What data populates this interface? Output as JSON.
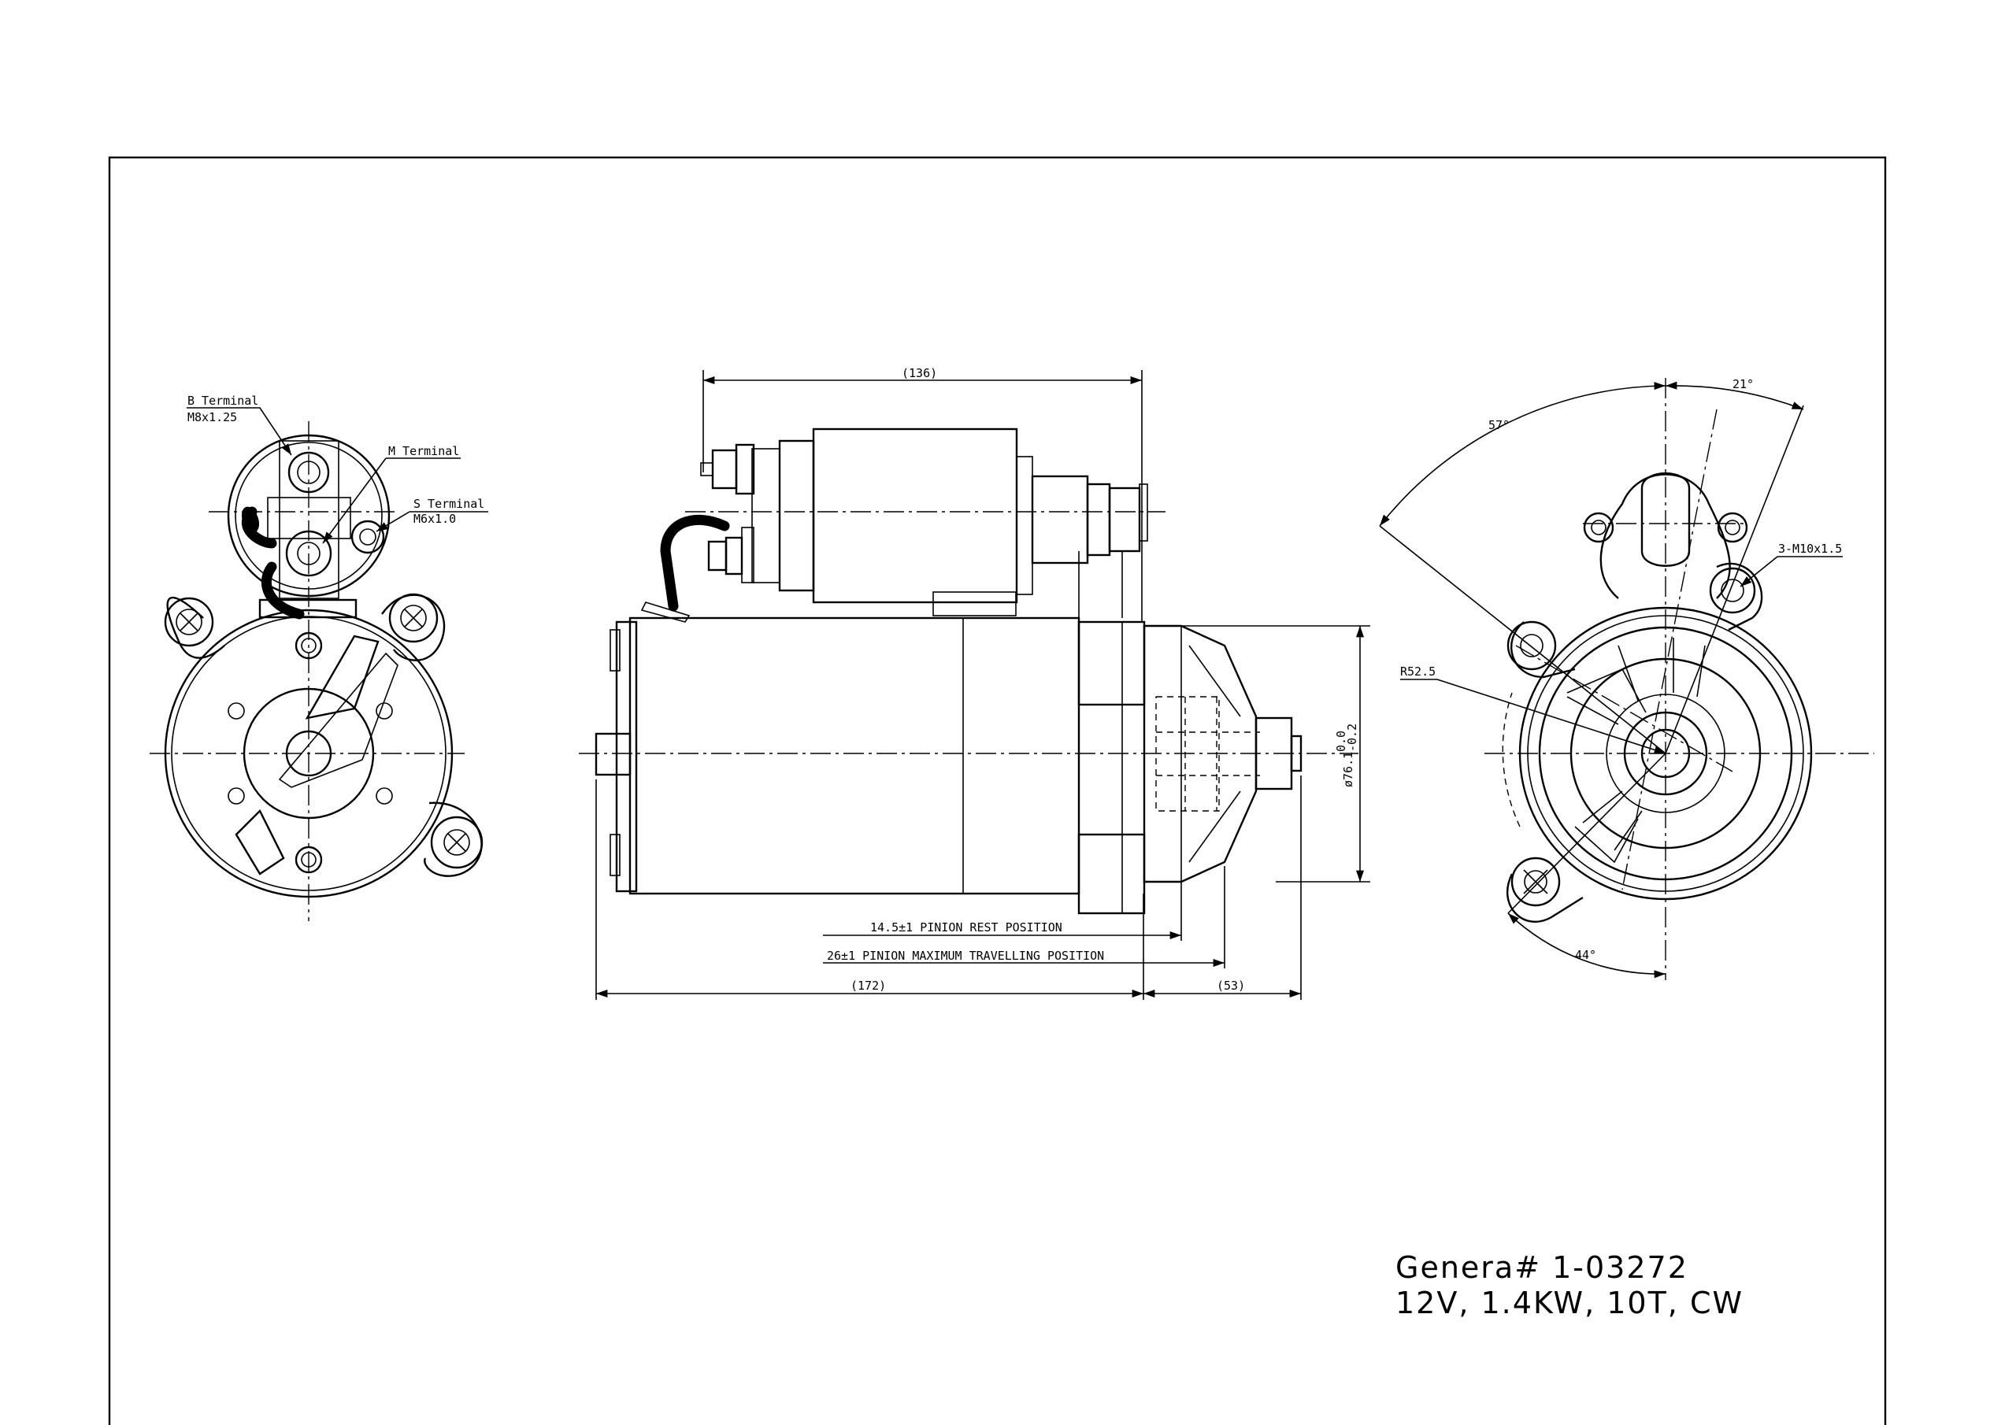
{
  "callouts": {
    "b_terminal": "B Terminal",
    "b_thread": "M8x1.25",
    "m_terminal": "M Terminal",
    "s_terminal": "S Terminal",
    "s_thread": "M6x1.0",
    "mount_holes": "3-M10x1.5",
    "radius": "R52.5"
  },
  "dimensions": {
    "solenoid_length": "(136)",
    "body_length": "(172)",
    "nose_length": "(53)",
    "pinion_rest": "14.5±1 PINION REST POSITION",
    "pinion_travel": "26±1 PINION MAXIMUM TRAVELLING POSITION",
    "pilot_diameter": "ø76.1",
    "pilot_tol_upper": "0.0",
    "pilot_tol_lower": "-0.2",
    "angle_top": "57°",
    "angle_right": "21°",
    "angle_bottom": "44°"
  },
  "title_block": {
    "part_number": "Genera# 1-03272",
    "specs": "12V, 1.4KW, 10T, CW"
  }
}
